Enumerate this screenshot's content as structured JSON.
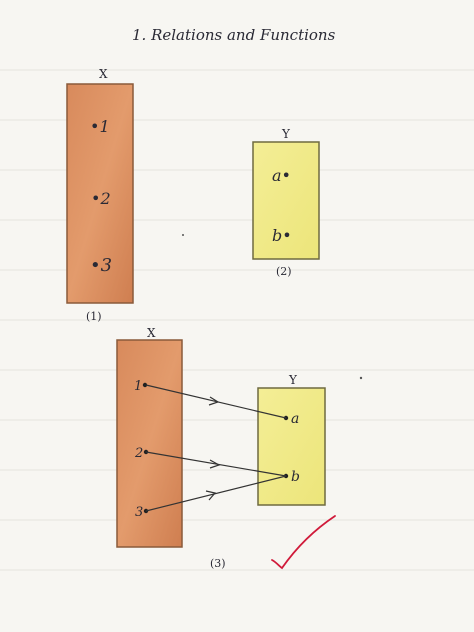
{
  "title": "1. Relations and Functions",
  "diagram1": {
    "set_x_label": "X",
    "set_x_elements": [
      "•1",
      "•2",
      "•3"
    ],
    "caption": "(1)"
  },
  "diagram2": {
    "set_y_label": "Y",
    "set_y_elements": [
      "a•",
      "b•"
    ],
    "caption": "(2)"
  },
  "diagram3": {
    "set_x_label": "X",
    "set_y_label": "Y",
    "set_x_elements": [
      "1",
      "2",
      "3"
    ],
    "set_y_elements": [
      "a",
      "b"
    ],
    "mappings": [
      {
        "from": "1",
        "to": "a"
      },
      {
        "from": "2",
        "to": "b"
      },
      {
        "from": "3",
        "to": "b"
      }
    ],
    "caption": "(3)"
  },
  "colors": {
    "paper": "#f7f6f2",
    "set_x_fill": "#d9875a",
    "set_y_fill": "#f2ec8a",
    "check_mark": "#d01a3a"
  },
  "icons": [
    "check-mark-icon"
  ]
}
